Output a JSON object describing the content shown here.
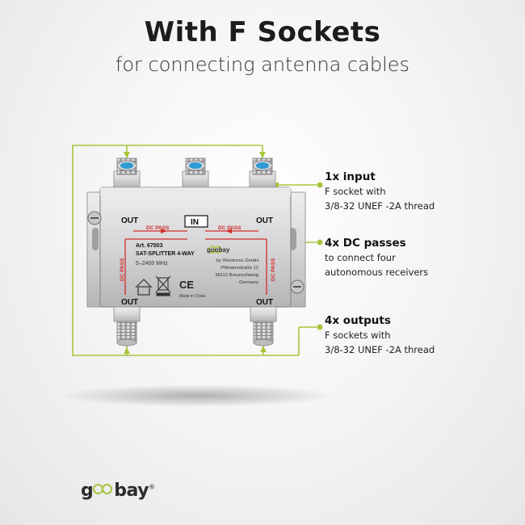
{
  "header": {
    "title": "With F Sockets",
    "subtitle": "for connecting antenna cables"
  },
  "device": {
    "port_labels": [
      "OUT",
      "IN",
      "OUT",
      "OUT",
      "OUT"
    ],
    "dc_pass_label": "DC PASS",
    "article": "Art. 67003",
    "model": "SAT-SPLITTER 4-WAY",
    "frequency": "5–2400 MHz",
    "manufacturer": [
      "by Wentronic GmbH",
      "Pillmannstraße 12",
      "38112 Braunschweig",
      "Germany"
    ],
    "made_in": "Made in China",
    "ce_mark": "CE",
    "device_brand": "goobay",
    "socket_color": "#2e9ad6",
    "arrow_color": "#d22b2b"
  },
  "callouts": [
    {
      "head": "1x input",
      "lines": [
        "F socket with",
        "3/8-32 UNEF -2A thread"
      ]
    },
    {
      "head": "4x DC passes",
      "lines": [
        "to connect four",
        "autonomous receivers"
      ]
    },
    {
      "head": "4x outputs",
      "lines": [
        "F sockets with",
        "3/8-32 UNEF -2A thread"
      ]
    }
  ],
  "leader_color": "#a6c63a",
  "footer": {
    "brand_prefix": "g",
    "brand_suffix": "bay",
    "registered": "®"
  }
}
